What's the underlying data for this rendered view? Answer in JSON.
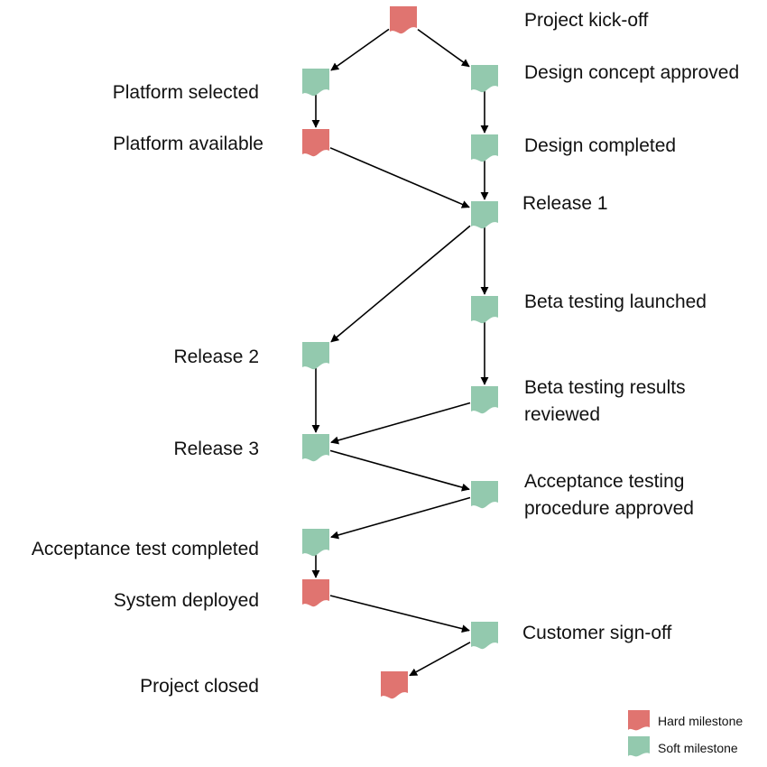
{
  "colors": {
    "hard": "#e07470",
    "soft": "#93c9ae"
  },
  "milestones": [
    {
      "id": "kickoff",
      "lines": [
        "Project kick-off"
      ],
      "kind": "hard"
    },
    {
      "id": "design_concept",
      "lines": [
        "Design concept approved"
      ],
      "kind": "soft"
    },
    {
      "id": "platform_selected",
      "lines": [
        "Platform selected"
      ],
      "kind": "soft"
    },
    {
      "id": "platform_available",
      "lines": [
        "Platform available"
      ],
      "kind": "hard"
    },
    {
      "id": "design_completed",
      "lines": [
        "Design completed"
      ],
      "kind": "soft"
    },
    {
      "id": "release1",
      "lines": [
        "Release 1"
      ],
      "kind": "soft"
    },
    {
      "id": "beta_launched",
      "lines": [
        "Beta testing launched"
      ],
      "kind": "soft"
    },
    {
      "id": "release2",
      "lines": [
        "Release 2"
      ],
      "kind": "soft"
    },
    {
      "id": "beta_results",
      "lines": [
        "Beta testing results",
        "reviewed"
      ],
      "kind": "soft"
    },
    {
      "id": "release3",
      "lines": [
        "Release 3"
      ],
      "kind": "soft"
    },
    {
      "id": "acceptance_proc",
      "lines": [
        "Acceptance testing",
        "procedure approved"
      ],
      "kind": "soft"
    },
    {
      "id": "acceptance_done",
      "lines": [
        "Acceptance test completed"
      ],
      "kind": "soft"
    },
    {
      "id": "deployed",
      "lines": [
        "System deployed"
      ],
      "kind": "hard"
    },
    {
      "id": "signoff",
      "lines": [
        "Customer sign-off"
      ],
      "kind": "soft"
    },
    {
      "id": "closed",
      "lines": [
        "Project closed"
      ],
      "kind": "hard"
    }
  ],
  "edges": [
    [
      "kickoff",
      "platform_selected"
    ],
    [
      "kickoff",
      "design_concept"
    ],
    [
      "platform_selected",
      "platform_available"
    ],
    [
      "design_concept",
      "design_completed"
    ],
    [
      "design_completed",
      "release1"
    ],
    [
      "platform_available",
      "release1"
    ],
    [
      "release1",
      "release2"
    ],
    [
      "release1",
      "beta_launched"
    ],
    [
      "beta_launched",
      "beta_results"
    ],
    [
      "release2",
      "release3"
    ],
    [
      "beta_results",
      "release3"
    ],
    [
      "release3",
      "acceptance_proc"
    ],
    [
      "acceptance_proc",
      "acceptance_done"
    ],
    [
      "acceptance_done",
      "deployed"
    ],
    [
      "deployed",
      "signoff"
    ],
    [
      "signoff",
      "closed"
    ]
  ],
  "legend": [
    {
      "kind": "hard",
      "label": "Hard milestone"
    },
    {
      "kind": "soft",
      "label": "Soft milestone"
    }
  ]
}
